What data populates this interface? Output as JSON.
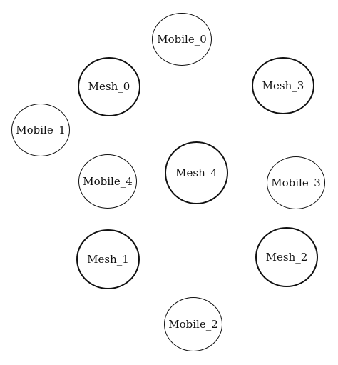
{
  "nodes": {
    "mobile_0": {
      "label": "Mobile_0"
    },
    "mesh_0": {
      "label": "Mesh_0"
    },
    "mesh_3": {
      "label": "Mesh_3"
    },
    "mobile_1": {
      "label": "Mobile_1"
    },
    "mesh_4": {
      "label": "Mesh_4"
    },
    "mobile_4": {
      "label": "Mobile_4"
    },
    "mobile_3": {
      "label": "Mobile_3"
    },
    "mesh_1": {
      "label": "Mesh_1"
    },
    "mesh_2": {
      "label": "Mesh_2"
    },
    "mobile_2": {
      "label": "Mobile_2"
    }
  },
  "colors": {
    "stroke": "#111111",
    "fill": "#ffffff",
    "text": "#111111"
  }
}
